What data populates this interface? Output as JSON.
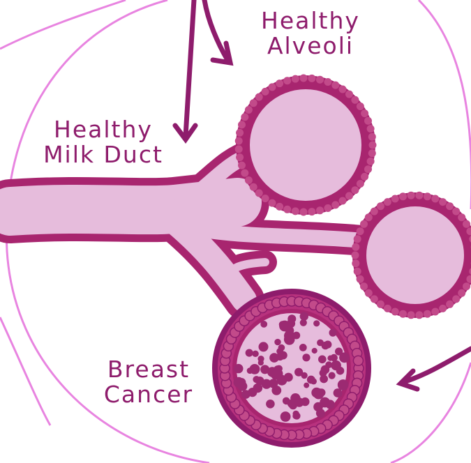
{
  "labels": {
    "alveoli": [
      "Healthy",
      "Alveoli"
    ],
    "duct": [
      "Healthy",
      "Milk Duct"
    ],
    "cancer": [
      "Breast",
      "Cancer"
    ]
  },
  "colors": {
    "accent": "#8e1c6c",
    "wall": "#a8256f",
    "cell": "#c24a8a",
    "lumen": "#e6bcdc",
    "background": "#ffffff",
    "circle_outline": "#e884e0"
  }
}
